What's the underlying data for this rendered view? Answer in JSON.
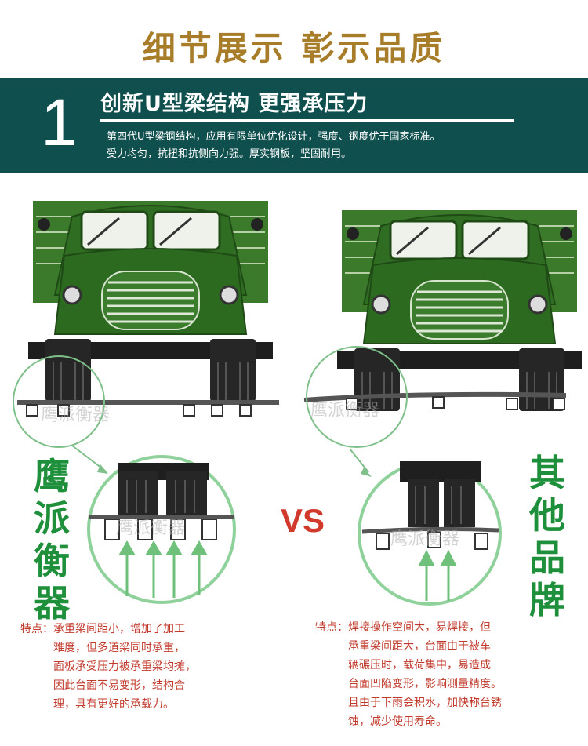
{
  "header": {
    "title": "细节展示  彰示品质",
    "title_color": "#a87d2a"
  },
  "banner": {
    "number": "1",
    "headline": "创新U型梁结构  更强承压力",
    "description_lines": [
      "第四代U型梁钢结构，应用有限单位优化设计，强度、钢度优于国家标准。",
      "受力均匀，抗扭和抗侧向力强。厚实钢板，坚固耐用。"
    ],
    "background": "#0f4f4d"
  },
  "comparison": {
    "vs_label": "VS",
    "vs_color": "#d0392b",
    "accent_green": "#1e8f3a",
    "watermark": "鹰派衡器",
    "left": {
      "brand_chars": [
        "鹰",
        "派",
        "衡",
        "器"
      ],
      "feature_label": "特点：",
      "feature_lines": [
        "承重梁间距小，增加了加工",
        "难度，但多道梁同时承重，",
        "面板承受压力被承重梁均摊，",
        "因此台面不易变形，结构合",
        "理，具有更好的承载力。"
      ]
    },
    "right": {
      "brand_chars": [
        "其",
        "他",
        "品",
        "牌"
      ],
      "feature_label": "特点：",
      "feature_lines": [
        "焊接操作空间大，易焊接，但",
        "承重梁间距大，台面由于被车",
        "辆碾压时，载荷集中，易造成",
        "台面凹陷变形，影响测量精度。",
        "且由于下雨会积水，加快称台锈",
        "蚀，减少使用寿命。"
      ]
    }
  }
}
